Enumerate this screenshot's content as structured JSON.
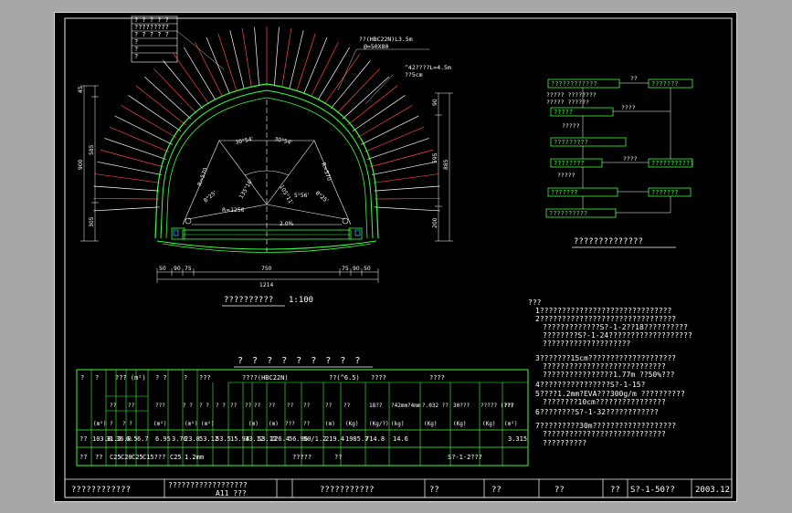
{
  "colors": {
    "background": "#000000",
    "frame": "#e6e6e6",
    "lining": "#39ff39",
    "bolt": "#ff3333",
    "dim_line": "#ffffff",
    "text": "#ffffff",
    "accent_text": "#ffff66",
    "window_bg": "#a7a7a7"
  },
  "drawing": {
    "section_title": "??????????",
    "section_scale": "1:100",
    "table_title": "? ? ? ? ? ? ? ? ?",
    "flow_title": "??????????????",
    "legend_box": [
      "? ? ? ? ?",
      "?????????",
      "? ? ? ? ?",
      "?",
      "?",
      "?"
    ]
  },
  "callouts": {
    "anchor_spec": "??(HBC22N)L3.5m",
    "anchor_spacing": "@=50X80",
    "pipe_spec": "^42????L=4.5m",
    "pipe_spacing": "??5cm",
    "slope": "2.0%"
  },
  "arch_labels": {
    "angle_left": "30°54'",
    "angle_right": "30°54'",
    "radius_left": "R=570",
    "radius_right": "R=570",
    "mid_left": "R=1256",
    "mid_right": "5°56'",
    "inner_left": "8°25'",
    "inner_right": "8°25'",
    "center_left": "135°10'",
    "center_right": "105°11'"
  },
  "dims": {
    "left_top": "45",
    "left_mid": "585",
    "left_total": "900",
    "left_bottom": "305",
    "right_top": "90",
    "right_mid": "595",
    "right_total": "885",
    "right_bottom": "200",
    "bottom_total": "1214",
    "bottom_inner": "750",
    "bottom_l1": "50",
    "bottom_l2": "90",
    "bottom_l3": "75",
    "bottom_r1": "75",
    "bottom_r2": "90",
    "bottom_r3": "50"
  },
  "flowchart": {
    "boxes": [
      "????????????",
      "???????",
      "?????",
      "?????????",
      "????????",
      "???????????",
      "???????",
      "???????",
      "??????????"
    ],
    "labels": [
      "??",
      "????? ????????",
      "????? ??????",
      "?????",
      "????",
      "?????",
      "????"
    ]
  },
  "table": {
    "header_row1": [
      "?",
      "?",
      "??? (m²)",
      "? ?",
      "?",
      "???",
      "????(HBC22N)",
      "??(^6.5)",
      "????",
      "????"
    ],
    "header_row2": [
      "??",
      "??",
      "???",
      "? ?",
      "? ?",
      "? ?",
      "??",
      "??",
      "??",
      "??",
      "??",
      "??",
      "??",
      "??",
      "18??",
      "?42mm?4mm",
      "?.032 ??",
      "30???",
      "????? (??)",
      "???"
    ],
    "header_units": [
      "(m²)",
      "?",
      "? ?",
      "(m²)",
      "(m²)",
      "(m²)",
      "(m)",
      "(m)",
      "???",
      "??",
      "(m)",
      "(Kg)",
      "(Kg/?)",
      "(kg)",
      "(Kg)",
      "(Kg)",
      "(Kg)",
      "(m²)"
    ],
    "data_row": [
      "??",
      "103.8",
      "31.2",
      "36.0",
      "6.5",
      "6.7",
      "6.95",
      "3.76",
      "23.8",
      "53.12",
      "53.5",
      "15.94",
      "33.12",
      "53.12",
      "226.4",
      "56.96",
      "50/1.2",
      "219.4",
      "1985.7",
      "714.8",
      "14.6",
      "3.315"
    ],
    "footer_row": [
      "??",
      "??",
      "C25",
      "C20",
      "C25",
      "C15???",
      "C25",
      "1.2mm",
      "?????",
      "??",
      "S?-1-2???"
    ]
  },
  "notes": [
    "???",
    "1??????????????????????????????",
    "2???????????????????????????????",
    "?????????????S?-1-2??18??????????",
    "????????S?-1-24???????????????????",
    "????????????????????",
    "3???????15cm????????????????????",
    "????????????????????????????",
    "????????????????1.77m ??50%???",
    "4????????????????S?-1-15?",
    "5????1.2mm?EVA???300g/m ??????????",
    "????????10cm????????????????",
    "6????????S?-1-32????????????",
    "7?????????30m???????????????????",
    "????????????????????????????",
    "??????????"
  ],
  "title_block": {
    "project": "????????????",
    "drawing_name": "??????????????????",
    "drawing_name_sub": "A11 ???",
    "company": "???????????",
    "design": "??",
    "check": "??",
    "review": "??",
    "label": "??",
    "drawing_no": "S?-1-50??",
    "date": "2003.12"
  }
}
